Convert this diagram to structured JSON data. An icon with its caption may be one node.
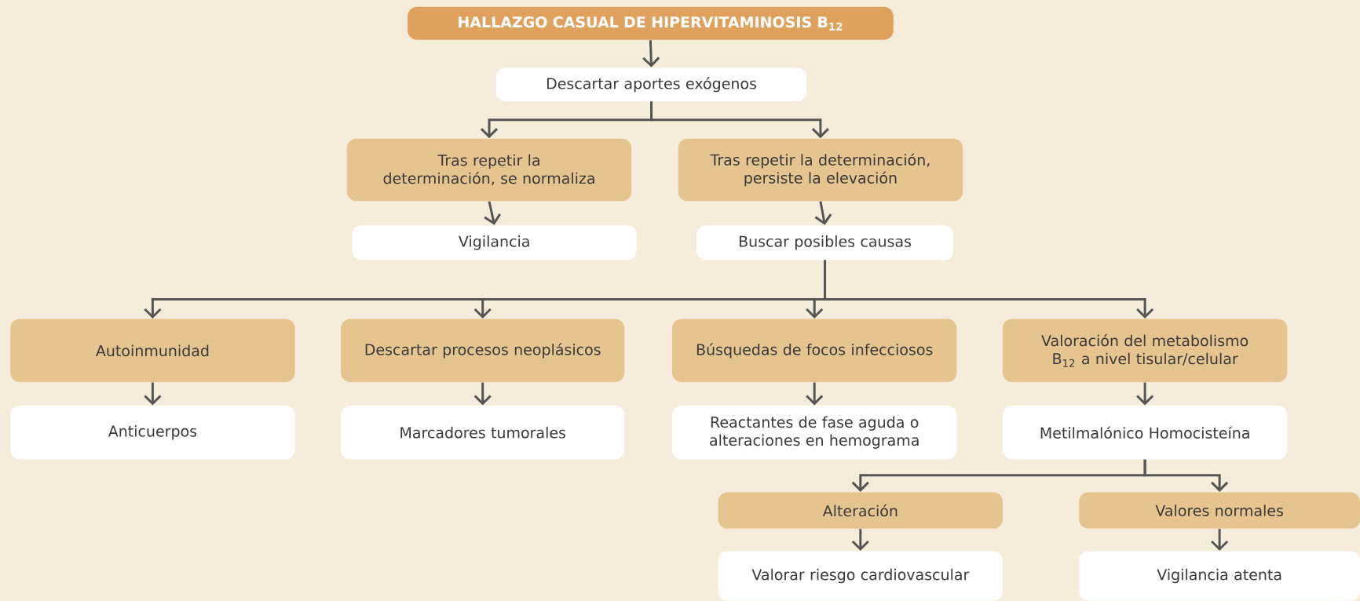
{
  "diagram": {
    "nodes": [
      {
        "text": [
          "HALLAZGO CASUAL DE HIPERVITAMINOSIS B$_{12}$"
        ]
      },
      {
        "text": [
          "Descartar aportes exógenos"
        ]
      },
      {
        "text": [
          "Tras repetir la determinación, se normaliza"
        ]
      },
      {
        "text": [
          "Tras repetir la determinación, persiste la elevación"
        ]
      },
      {
        "text": [
          "Vigilancia"
        ]
      },
      {
        "text": [
          "Buscar posibles causas"
        ]
      },
      {
        "text": [
          "Autoinmunidad"
        ]
      },
      {
        "text": [
          "Descartar procesos neoplásicos"
        ]
      },
      {
        "text": [
          "Búsquedas de focos infecciosos"
        ]
      },
      {
        "text": [
          "Valoración del metabolismo B$_{12}$ a nivel tisular/celular"
        ]
      },
      {
        "text": [
          "Anticuerpos"
        ]
      },
      {
        "text": [
          "Marcadores tumorales"
        ]
      },
      {
        "text": [
          "Reactantes de fase aguda o alteraciones en hemograma"
        ]
      },
      {
        "text": [
          "Metilmalónico Homocisteína"
        ]
      },
      {
        "text": [
          "Alteración"
        ]
      },
      {
        "text": [
          "Valores normales"
        ]
      },
      {
        "text": [
          "Valorar riesgo cardiovascular"
        ]
      },
      {
        "text": [
          "Vigilancia atenta"
        ]
      }
    ],
    "edges": [
      {
        "from": 0,
        "to": 1,
        "arrow": "to"
      },
      {
        "from": 1,
        "to": 2,
        "arrow": "to"
      },
      {
        "from": 1,
        "to": 3,
        "arrow": "to"
      },
      {
        "from": 2,
        "to": 4,
        "arrow": "to"
      },
      {
        "from": 3,
        "to": 5,
        "arrow": "to"
      },
      {
        "from": 5,
        "to": 6,
        "arrow": "to"
      },
      {
        "from": 5,
        "to": 7,
        "arrow": "to"
      },
      {
        "from": 5,
        "to": 8,
        "arrow": "to"
      },
      {
        "from": 5,
        "to": 9,
        "arrow": "to"
      },
      {
        "from": 6,
        "to": 10,
        "arrow": "to"
      },
      {
        "from": 7,
        "to": 11,
        "arrow": "to"
      },
      {
        "from": 8,
        "to": 12,
        "arrow": "to"
      },
      {
        "from": 9,
        "to": 13,
        "arrow": "to"
      },
      {
        "from": 13,
        "to": 14,
        "arrow": "to"
      },
      {
        "from": 13,
        "to": 15,
        "arrow": "to"
      },
      {
        "from": 14,
        "to": 16,
        "arrow": "to"
      },
      {
        "from": 15,
        "to": 17,
        "arrow": "to"
      }
    ]
  }
}
